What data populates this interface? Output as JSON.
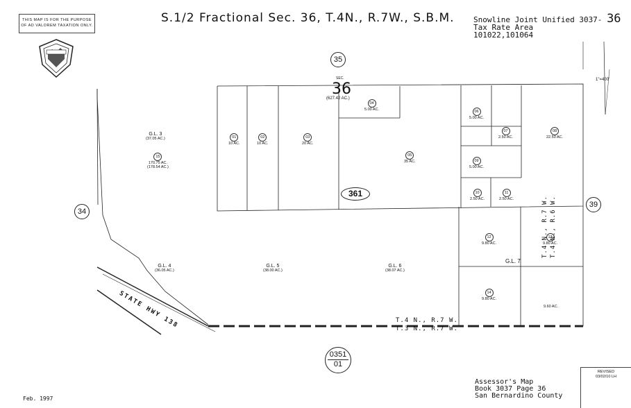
{
  "header": {
    "title": "S.1/2 Fractional Sec. 36, T.4N., R.7W., S.B.M.",
    "purpose_line1": "THIS MAP IS FOR THE PURPOSE",
    "purpose_line2": "OF AD VALOREM TAXATION ONLY.",
    "district_line": "Snowline Joint Unified 3037-",
    "district_num": "36",
    "tax_rate_area_label": "Tax Rate Area",
    "tax_rate_area_codes": "101022,101064",
    "scale": "1\"=400'"
  },
  "sections": {
    "north": "35",
    "west": "34",
    "east": "39",
    "main_label": "SEC.",
    "main_number": "36",
    "main_acres": "(627.42 AC.)"
  },
  "book_page": {
    "book": "0351",
    "page": "01"
  },
  "tra_oval": "361",
  "parcels": [
    {
      "num": "01",
      "acres": "10 AC."
    },
    {
      "num": "02",
      "acres": "10 AC."
    },
    {
      "num": "03",
      "acres": "20 AC."
    },
    {
      "num": "04",
      "acres": "5.00 AC."
    },
    {
      "num": "05",
      "acres": "35 AC."
    },
    {
      "num": "06",
      "acres": "5.00 AC."
    },
    {
      "num": "07",
      "acres": "2.50 AC."
    },
    {
      "num": "08",
      "acres": "22.50 AC."
    },
    {
      "num": "09",
      "acres": "5.00 AC."
    },
    {
      "num": "10",
      "acres": "2.50 AC."
    },
    {
      "num": "11",
      "acres": "2.50 AC."
    },
    {
      "num": "12",
      "acres": "9.80 AC."
    },
    {
      "num": "13",
      "acres": "9.80 AC."
    },
    {
      "num": "14",
      "acres": "9.80 AC."
    },
    {
      "num": "15",
      "acres": "170.75 AC.",
      "acres2": "(178.54 AC.)"
    },
    {
      "num": "",
      "acres": "9.60 AC."
    }
  ],
  "gov_lots": [
    {
      "label": "G.L. 3",
      "acres": "(37.05 AC.)"
    },
    {
      "label": "G.L. 4",
      "acres": "(36.05 AC.)"
    },
    {
      "label": "G.L. 5",
      "acres": "(38.00 AC.)"
    },
    {
      "label": "G.L. 6",
      "acres": "(38.07 AC.)"
    },
    {
      "label": "G.L. 7",
      "acres": ""
    }
  ],
  "township_labels": {
    "south_upper": "T.4 N., R.7 W.",
    "south_lower": "T.3 N., R.7 W.",
    "east_left": "T.4 N., R.7 W.",
    "east_right": "T.4 N., R.6 W."
  },
  "highway_label": "STATE HWY 138",
  "footer": {
    "date": "Feb. 1997",
    "assessor_title": "Assessor's Map",
    "book_page": "Book 3037 Page 36",
    "county": "San Bernardino County",
    "revised_label": "REVISED",
    "revised_date": "03/02/10 LH"
  }
}
